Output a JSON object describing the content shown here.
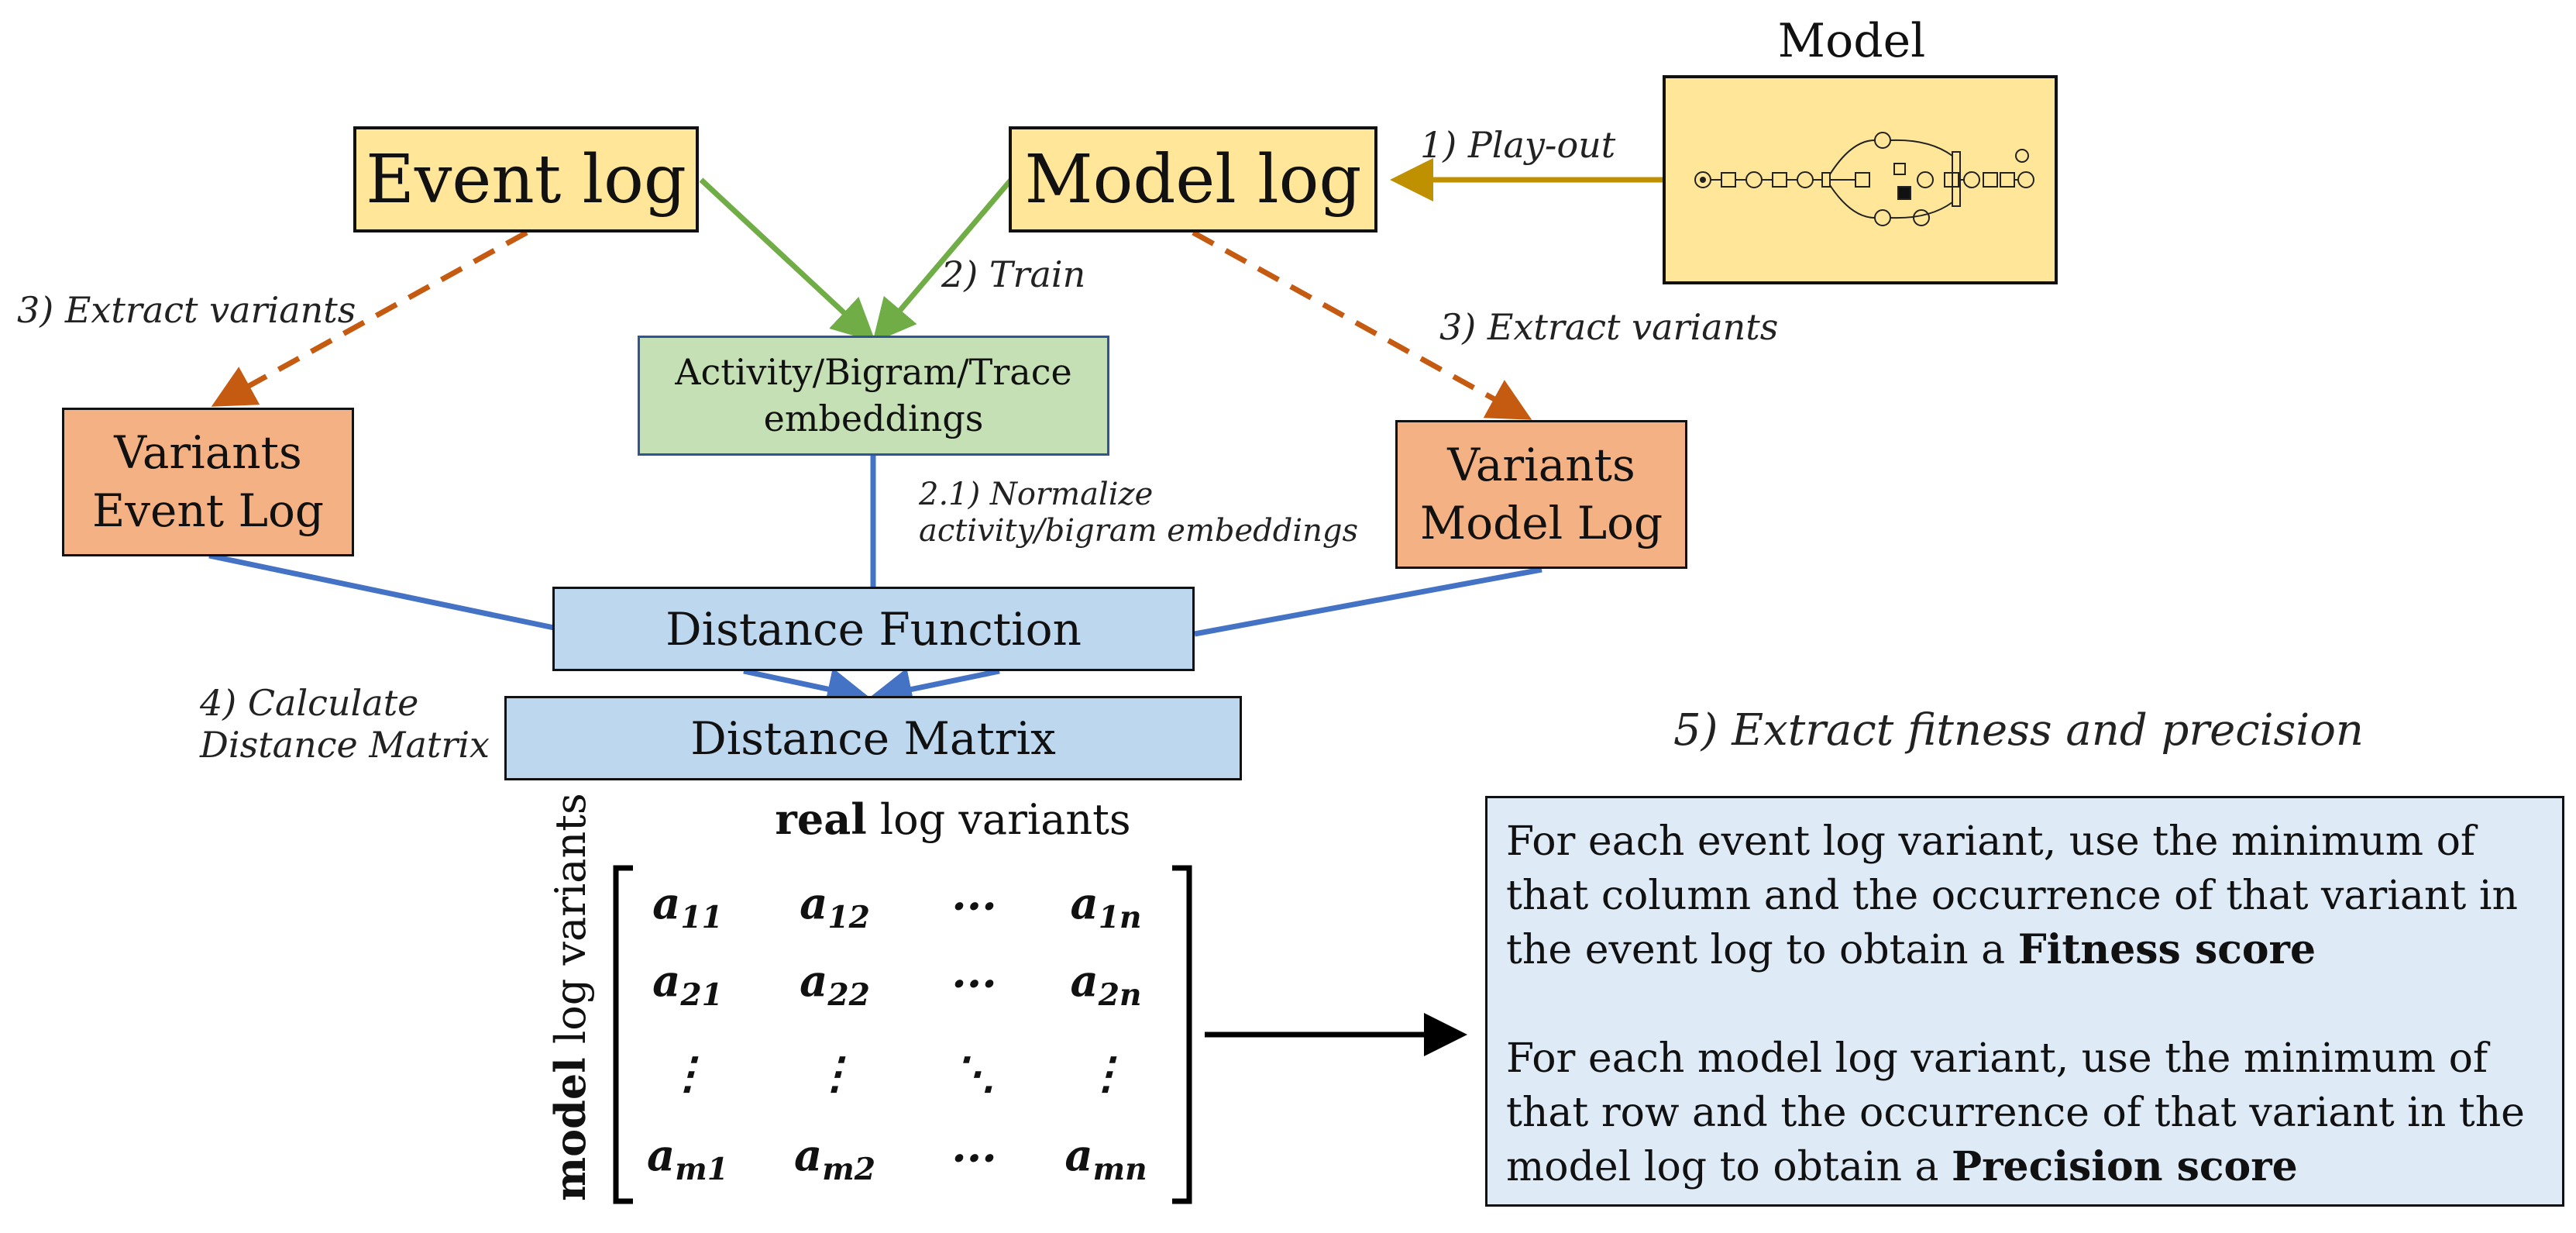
{
  "model": {
    "title": "Model"
  },
  "event_log": "Event log",
  "model_log": "Model log",
  "embeddings": {
    "line1": "Activity/Bigram/Trace",
    "line2": "embeddings"
  },
  "variants_event": {
    "line1": "Variants",
    "line2": "Event Log"
  },
  "variants_model": {
    "line1": "Variants",
    "line2": "Model Log"
  },
  "distance_function": "Distance Function",
  "distance_matrix": "Distance Matrix",
  "labels": {
    "playout": "1) Play-out",
    "train": "2) Train",
    "extract_left": "3) Extract variants",
    "extract_right": "3) Extract variants",
    "normalize_1": "2.1) Normalize",
    "normalize_2": "activity/bigram embeddings",
    "calc_1": "4) Calculate",
    "calc_2": "Distance Matrix",
    "step5": "5) Extract fitness and precision"
  },
  "matrix": {
    "col_header_bold": "real",
    "col_header_rest": "log variants",
    "row_header_bold": "model",
    "row_header_rest": "log variants",
    "rows": [
      [
        "a11",
        "a12",
        "···",
        "a1n"
      ],
      [
        "a21",
        "a22",
        "···",
        "a2n"
      ],
      [
        "⋮",
        "⋮",
        "⋱",
        "⋮"
      ],
      [
        "am1",
        "am2",
        "···",
        "amn"
      ]
    ]
  },
  "result": {
    "p1_lines": [
      "For each event log variant, use the minimum of",
      "that column and the occurrence of that variant in",
      "the event log to obtain a "
    ],
    "p1_bold": "Fitness score",
    "p2_lines": [
      "For each model log variant, use the minimum of",
      "that row and the occurrence of that variant in the",
      "model log to obtain a "
    ],
    "p2_bold": "Precision score"
  },
  "colors": {
    "train_arrow": "#70ad47",
    "playout_arrow": "#bf9000",
    "extract_arrow": "#c55a11",
    "flow_line": "#4472c4"
  }
}
